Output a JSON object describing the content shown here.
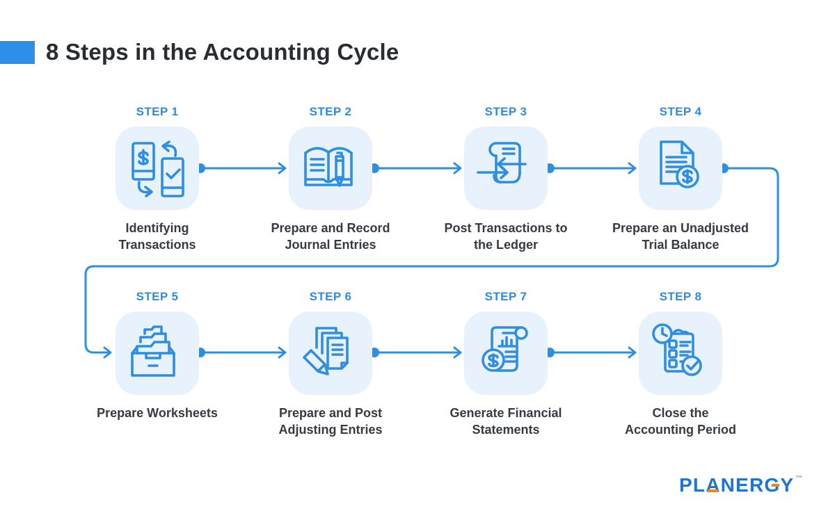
{
  "title": {
    "text": "8 Steps in the Accounting Cycle"
  },
  "steps": [
    {
      "label": "STEP 1",
      "caption_lines": [
        "Identifying",
        "Transactions"
      ],
      "icon": "money-transfer-phones-icon"
    },
    {
      "label": "STEP 2",
      "caption_lines": [
        "Prepare and Record",
        "Journal Entries"
      ],
      "icon": "open-book-pencil-icon"
    },
    {
      "label": "STEP 3",
      "caption_lines": [
        "Post Transactions to",
        "the Ledger"
      ],
      "icon": "ledger-scroll-arrows-icon"
    },
    {
      "label": "STEP 4",
      "caption_lines": [
        "Prepare an Unadjusted",
        "Trial Balance"
      ],
      "icon": "document-dollar-icon"
    },
    {
      "label": "STEP 5",
      "caption_lines": [
        "Prepare Worksheets"
      ],
      "icon": "archive-folders-icon"
    },
    {
      "label": "STEP 6",
      "caption_lines": [
        "Prepare and Post",
        "Adjusting Entries"
      ],
      "icon": "papers-pencil-icon"
    },
    {
      "label": "STEP 7",
      "caption_lines": [
        "Generate Financial",
        "Statements"
      ],
      "icon": "financial-statement-dollar-icon"
    },
    {
      "label": "STEP 8",
      "caption_lines": [
        "Close the",
        "Accounting Period"
      ],
      "icon": "clipboard-checklist-clock-icon"
    }
  ],
  "footer": {
    "logo_text": "PLANERGY",
    "trademark": "™"
  },
  "colors": {
    "accent_blue": "#2e8ee4",
    "step_label_blue": "#2e8be4",
    "icon_box_fill": "#e8f2fc",
    "title_text": "#282c33",
    "caption_text": "#363a42",
    "logo_blue": "#1c75d2",
    "logo_orange": "#f58220",
    "background": "#ffffff"
  }
}
